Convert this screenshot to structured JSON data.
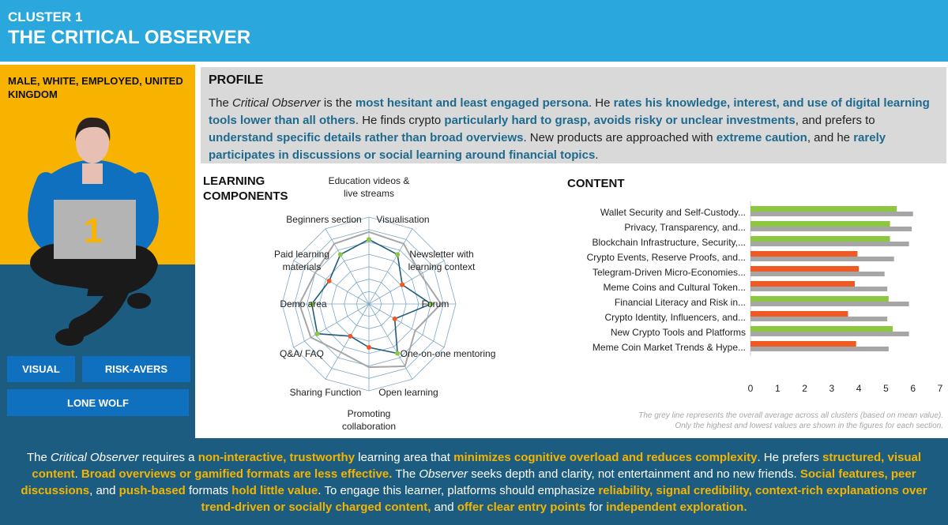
{
  "header": {
    "cluster_label": "CLUSTER 1",
    "title": "THE CRITICAL OBSERVER"
  },
  "persona": {
    "demographic": "MALE, WHITE, EMPLOYED, UNITED KINGDOM",
    "number": "1",
    "tags": [
      "VISUAL",
      "RISK-AVERS",
      "LONE WOLF"
    ]
  },
  "profile": {
    "heading": "PROFILE",
    "segments": [
      {
        "t": "The ",
        "s": "n"
      },
      {
        "t": "Critical Observer",
        "s": "i"
      },
      {
        "t": " is the ",
        "s": "n"
      },
      {
        "t": "most hesitant and least engaged persona",
        "s": "h"
      },
      {
        "t": ". He ",
        "s": "n"
      },
      {
        "t": "rates his knowledge, interest, and use of digital learning tools lower than all others",
        "s": "h"
      },
      {
        "t": ". He finds crypto ",
        "s": "n"
      },
      {
        "t": "particularly hard to grasp, avoids risky or unclear investments",
        "s": "h"
      },
      {
        "t": ", and prefers to ",
        "s": "n"
      },
      {
        "t": "understand specific details rather than broad overviews",
        "s": "h"
      },
      {
        "t": ". New products are approached with ",
        "s": "n"
      },
      {
        "t": "extreme caution",
        "s": "h"
      },
      {
        "t": ", and he ",
        "s": "n"
      },
      {
        "t": "rarely participates in discussions or social learning around financial topics",
        "s": "h"
      },
      {
        "t": ".",
        "s": "n"
      }
    ]
  },
  "learning_components": {
    "heading_line1": "LEARNING",
    "heading_line2": "COMPONENTS"
  },
  "content": {
    "heading": "CONTENT"
  },
  "note": {
    "line1": "The grey line represents the overall average across all clusters (based on mean value).",
    "line2": "Only the highest and lowest values are shown in the figures for each section."
  },
  "summary": {
    "segments": [
      {
        "t": "The ",
        "s": "n"
      },
      {
        "t": "Critical Observer",
        "s": "i"
      },
      {
        "t": " requires a ",
        "s": "n"
      },
      {
        "t": "non-interactive, trustworthy",
        "s": "h"
      },
      {
        "t": " learning area that ",
        "s": "n"
      },
      {
        "t": "minimizes cognitive overload and reduces complexity",
        "s": "h"
      },
      {
        "t": ". He prefers ",
        "s": "n"
      },
      {
        "t": "structured, visual content",
        "s": "h"
      },
      {
        "t": ". ",
        "s": "n"
      },
      {
        "t": "Broad overviews or gamified formats are less effective.",
        "s": "h"
      },
      {
        "t": " The ",
        "s": "n"
      },
      {
        "t": "Observer",
        "s": "i"
      },
      {
        "t": " seeks depth and clarity, not entertainment and no new friends. ",
        "s": "n"
      },
      {
        "t": "Social features, peer discussions",
        "s": "h"
      },
      {
        "t": ", and ",
        "s": "n"
      },
      {
        "t": "push-based",
        "s": "h"
      },
      {
        "t": " formats ",
        "s": "n"
      },
      {
        "t": "hold little value",
        "s": "h"
      },
      {
        "t": ". To engage this learner, platforms should emphasize ",
        "s": "n"
      },
      {
        "t": "reliability, signal credibility, context-rich explanations over trend-driven or socially charged content,",
        "s": "h"
      },
      {
        "t": " and ",
        "s": "n"
      },
      {
        "t": "offer clear entry points",
        "s": "h"
      },
      {
        "t": " for ",
        "s": "n"
      },
      {
        "t": "independent exploration.",
        "s": "h"
      }
    ]
  },
  "colors": {
    "header": "#2aa8de",
    "persona_bg": "#f8b300",
    "band": "#1b5c80",
    "tag": "#0f70c0",
    "highlight_dark": "#1e6a8e",
    "highlight_orange": "#f4b400",
    "high": "#8dc63f",
    "low": "#ef5a24",
    "average": "#a6a6a6",
    "cluster_line": "#1f5c7a"
  },
  "chart_data": [
    {
      "type": "radar",
      "title": "LEARNING COMPONENTS",
      "categories": [
        "Education videos & live streams",
        "Visualisation",
        "Newsletter with learning context",
        "Forum",
        "One-on-one mentoring",
        "Open learning",
        "Promoting collaboration",
        "Sharing Function",
        "Q&A/ FAQ",
        "Demo area",
        "Paid learning materials",
        "Beginners section"
      ],
      "range": [
        0,
        7
      ],
      "series": [
        {
          "values": [
            5.2,
            4.6,
            3.1,
            5.0,
            2.4,
            4.6,
            3.5,
            3.0,
            4.8,
            4.6,
            3.7,
            4.6
          ],
          "markers": [
            "high",
            "high",
            "low",
            "high",
            "low",
            "high",
            "low",
            "low",
            "high",
            "high",
            "low",
            "high"
          ]
        },
        {
          "values": [
            5.8,
            5.6,
            4.8,
            5.8,
            4.3,
            5.8,
            5.1,
            4.5,
            5.4,
            5.6,
            5.0,
            5.6
          ]
        }
      ]
    },
    {
      "type": "bar",
      "title": "CONTENT",
      "categories": [
        "Wallet Security and Self-Custody...",
        "Privacy, Transparency, and...",
        "Blockchain Infrastructure, Security,...",
        "Crypto Events, Reserve Proofs, and...",
        "Telegram-Driven Micro-Economies...",
        "Meme Coins and Cultural Token...",
        "Financial Literacy and Risk in...",
        "Crypto Identity, Influencers, and...",
        "New Crypto Tools and Platforms",
        "Meme Coin Market Trends & Hype..."
      ],
      "series": [
        {
          "values": [
            5.4,
            5.15,
            5.15,
            3.95,
            4.0,
            3.85,
            5.1,
            3.6,
            5.25,
            3.9
          ],
          "colors": [
            "high",
            "high",
            "high",
            "low",
            "low",
            "low",
            "high",
            "low",
            "high",
            "low"
          ]
        },
        {
          "values": [
            6.0,
            5.95,
            5.85,
            5.3,
            4.95,
            5.05,
            5.85,
            5.05,
            5.85,
            5.1
          ]
        }
      ],
      "xlim": [
        0,
        7
      ],
      "xticks": [
        0,
        1,
        2,
        3,
        4,
        5,
        6,
        7
      ]
    }
  ]
}
